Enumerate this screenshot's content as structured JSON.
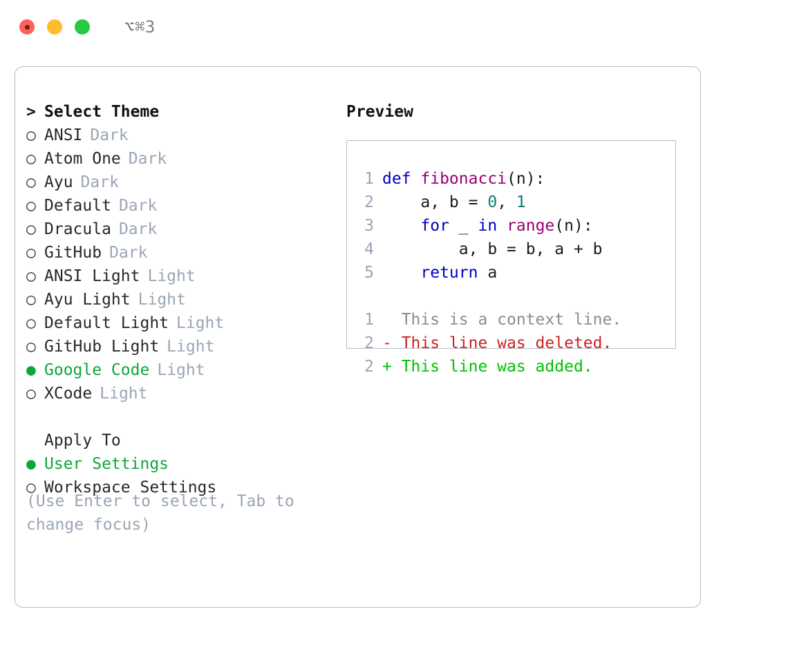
{
  "window": {
    "title": "⌥⌘3",
    "traffic_lights": [
      "close-red",
      "minimize-yellow",
      "maximize-green"
    ],
    "accent_green": "#0da63c",
    "muted_blue_gray": "#9aa5b5",
    "border_color": "#b2bcc9"
  },
  "theme_list": {
    "header": {
      "caret": ">",
      "label": "Select Theme"
    },
    "items": [
      {
        "marker": "○",
        "label": "ANSI",
        "tag": "Dark",
        "selected": false
      },
      {
        "marker": "○",
        "label": "Atom One",
        "tag": "Dark",
        "selected": false
      },
      {
        "marker": "○",
        "label": "Ayu",
        "tag": "Dark",
        "selected": false
      },
      {
        "marker": "○",
        "label": "Default",
        "tag": "Dark",
        "selected": false
      },
      {
        "marker": "○",
        "label": "Dracula",
        "tag": "Dark",
        "selected": false
      },
      {
        "marker": "○",
        "label": "GitHub",
        "tag": "Dark",
        "selected": false
      },
      {
        "marker": "○",
        "label": "ANSI Light",
        "tag": "Light",
        "selected": false
      },
      {
        "marker": "○",
        "label": "Ayu Light",
        "tag": "Light",
        "selected": false
      },
      {
        "marker": "○",
        "label": "Default Light",
        "tag": "Light",
        "selected": false
      },
      {
        "marker": "○",
        "label": "GitHub Light",
        "tag": "Light",
        "selected": false
      },
      {
        "marker": "●",
        "label": "Google Code",
        "tag": "Light",
        "selected": true
      },
      {
        "marker": "○",
        "label": "XCode",
        "tag": "Light",
        "selected": false
      }
    ]
  },
  "apply_to": {
    "header": "Apply To",
    "items": [
      {
        "marker": "●",
        "label": "User Settings",
        "selected": true
      },
      {
        "marker": "○",
        "label": "Workspace Settings",
        "selected": false
      }
    ]
  },
  "hint": "(Use Enter to select, Tab to change focus)",
  "preview": {
    "title": "Preview",
    "code_lines": [
      {
        "no": "1",
        "tokens": [
          {
            "t": "def ",
            "c": "kw"
          },
          {
            "t": "fibonacci",
            "c": "fn"
          },
          {
            "t": "(n):",
            "c": "pl"
          }
        ]
      },
      {
        "no": "2",
        "tokens": [
          {
            "t": "    a, b = ",
            "c": "pl"
          },
          {
            "t": "0",
            "c": "num"
          },
          {
            "t": ", ",
            "c": "pl"
          },
          {
            "t": "1",
            "c": "num"
          }
        ]
      },
      {
        "no": "3",
        "tokens": [
          {
            "t": "    ",
            "c": "pl"
          },
          {
            "t": "for",
            "c": "kw"
          },
          {
            "t": " _ ",
            "c": "pl"
          },
          {
            "t": "in",
            "c": "kw"
          },
          {
            "t": " ",
            "c": "pl"
          },
          {
            "t": "range",
            "c": "fn"
          },
          {
            "t": "(n):",
            "c": "pl"
          }
        ]
      },
      {
        "no": "4",
        "tokens": [
          {
            "t": "        a, b = b, a + b",
            "c": "pl"
          }
        ]
      },
      {
        "no": "5",
        "tokens": [
          {
            "t": "    ",
            "c": "pl"
          },
          {
            "t": "return",
            "c": "kw"
          },
          {
            "t": " a",
            "c": "pl"
          }
        ]
      }
    ],
    "diff_lines": [
      {
        "no": "1",
        "kind": "context",
        "text": "  This is a context line."
      },
      {
        "no": "2",
        "kind": "deleted",
        "text": "- This line was deleted."
      },
      {
        "no": "2",
        "kind": "added",
        "text": "+ This line was added."
      }
    ]
  }
}
